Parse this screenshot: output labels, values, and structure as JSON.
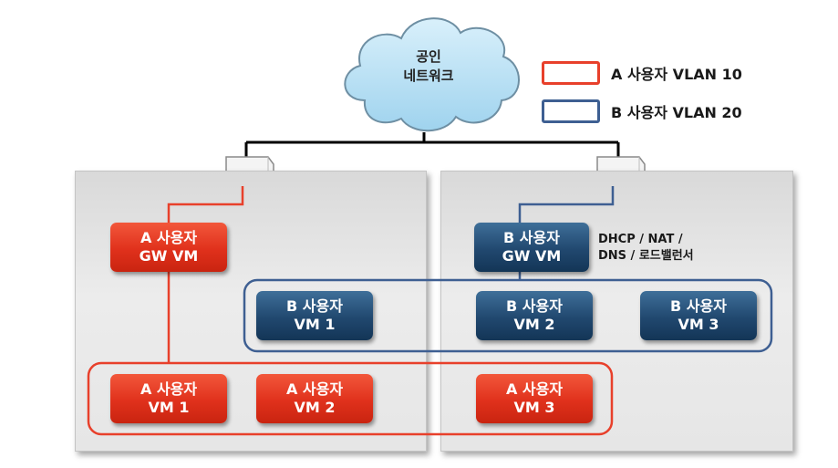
{
  "cloud": {
    "line1": "공인",
    "line2": "네트워크"
  },
  "legend": [
    {
      "label": "A 사용자 VLAN 10",
      "color": "#e8402b"
    },
    {
      "label": "B 사용자 VLAN 20",
      "color": "#3e5f92"
    }
  ],
  "host_left": {
    "gw": {
      "line1": "A 사용자",
      "line2": "GW VM"
    },
    "vm_b1": {
      "line1": "B 사용자",
      "line2": "VM 1"
    },
    "vm_a1": {
      "line1": "A 사용자",
      "line2": "VM 1"
    },
    "vm_a2": {
      "line1": "A 사용자",
      "line2": "VM 2"
    }
  },
  "host_right": {
    "gw": {
      "line1": "B 사용자",
      "line2": "GW VM"
    },
    "gw_note": {
      "line1": "DHCP / NAT /",
      "line2": "DNS / 로드밸런서"
    },
    "vm_b2": {
      "line1": "B 사용자",
      "line2": "VM 2"
    },
    "vm_b3": {
      "line1": "B 사용자",
      "line2": "VM 3"
    },
    "vm_a3": {
      "line1": "A 사용자",
      "line2": "VM 3"
    }
  },
  "colors": {
    "red": "#e8402b",
    "blue": "#3e5f92",
    "black_line": "#000000"
  }
}
